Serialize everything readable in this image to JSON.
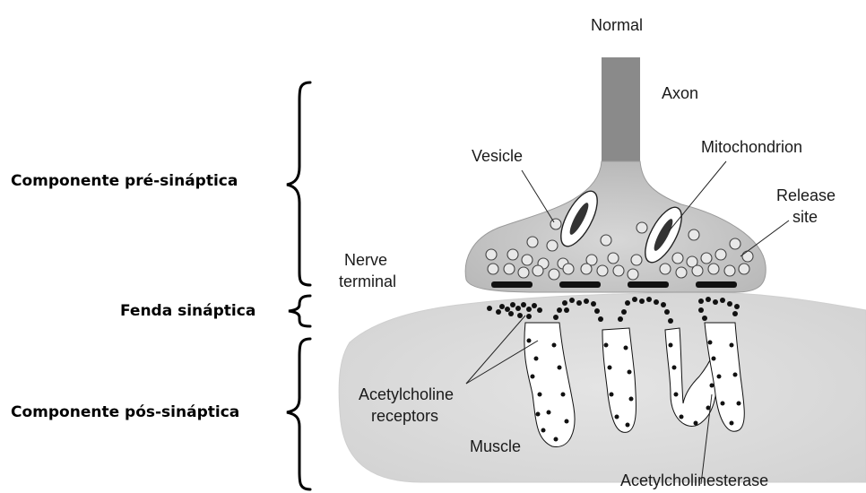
{
  "diagram": {
    "title": "Normal",
    "labels": {
      "axon": "Axon",
      "vesicle": "Vesicle",
      "mitochondrion": "Mitochondrion",
      "release_site_1": "Release",
      "release_site_2": "site",
      "nerve_terminal_1": "Nerve",
      "nerve_terminal_2": "terminal",
      "ach_receptors_1": "Acetylcholine",
      "ach_receptors_2": "receptors",
      "muscle": "Muscle",
      "acetylcholinesterase": "Acetylcholinesterase"
    }
  },
  "annotations": {
    "presynaptic": "Componente pré-sináptica",
    "synaptic_cleft": "Fenda sináptica",
    "postsynaptic": "Componente pós-sináptica"
  }
}
